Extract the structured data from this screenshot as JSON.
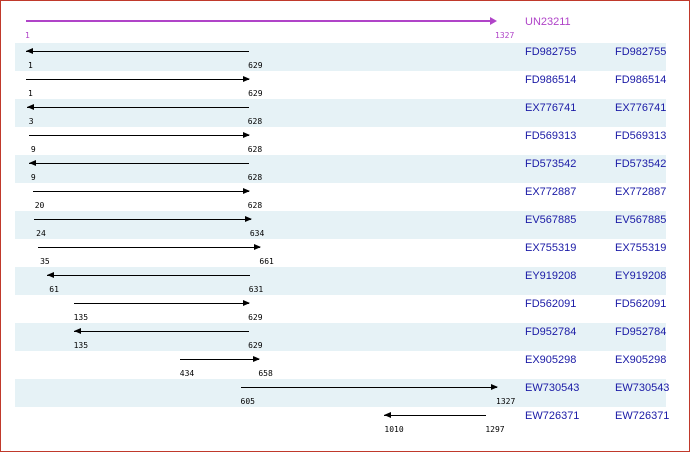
{
  "reference": {
    "name": "UN23211",
    "start": "1",
    "end": "1327",
    "color": "#b044c8"
  },
  "rows": [
    {
      "accession": "FD982755",
      "accession2": "FD982755",
      "start": "1",
      "end": "629",
      "direction": "left",
      "shaded": true
    },
    {
      "accession": "FD986514",
      "accession2": "FD986514",
      "start": "1",
      "end": "629",
      "direction": "right",
      "shaded": false
    },
    {
      "accession": "EX776741",
      "accession2": "EX776741",
      "start": "3",
      "end": "628",
      "direction": "left",
      "shaded": true
    },
    {
      "accession": "FD569313",
      "accession2": "FD569313",
      "start": "9",
      "end": "628",
      "direction": "right",
      "shaded": false
    },
    {
      "accession": "FD573542",
      "accession2": "FD573542",
      "start": "9",
      "end": "628",
      "direction": "left",
      "shaded": true
    },
    {
      "accession": "EX772887",
      "accession2": "EX772887",
      "start": "20",
      "end": "628",
      "direction": "right",
      "shaded": false
    },
    {
      "accession": "EV567885",
      "accession2": "EV567885",
      "start": "24",
      "end": "634",
      "direction": "right",
      "shaded": true
    },
    {
      "accession": "EX755319",
      "accession2": "EX755319",
      "start": "35",
      "end": "661",
      "direction": "right",
      "shaded": false
    },
    {
      "accession": "EY919208",
      "accession2": "EY919208",
      "start": "61",
      "end": "631",
      "direction": "left",
      "shaded": true
    },
    {
      "accession": "FD562091",
      "accession2": "FD562091",
      "start": "135",
      "end": "629",
      "direction": "right",
      "shaded": false
    },
    {
      "accession": "FD952784",
      "accession2": "FD952784",
      "start": "135",
      "end": "629",
      "direction": "left",
      "shaded": true
    },
    {
      "accession": "EX905298",
      "accession2": "EX905298",
      "start": "434",
      "end": "658",
      "direction": "right",
      "shaded": false
    },
    {
      "accession": "EW730543",
      "accession2": "EW730543",
      "start": "605",
      "end": "1327",
      "direction": "right",
      "shaded": true
    },
    {
      "accession": "EW726371",
      "accession2": "EW726371",
      "start": "1010",
      "end": "1297",
      "direction": "left",
      "shaded": false
    }
  ]
}
